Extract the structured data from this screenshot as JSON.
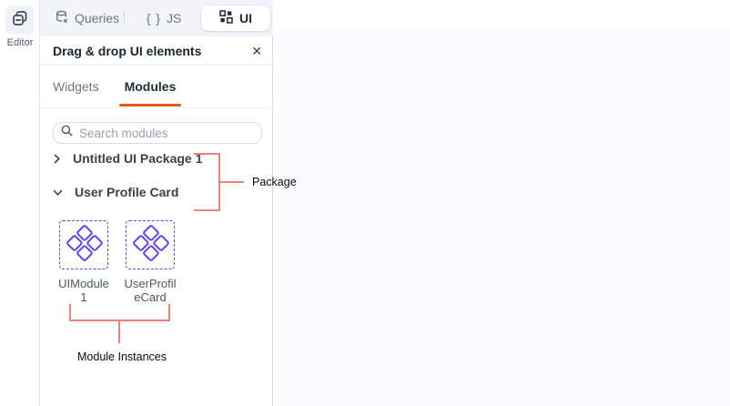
{
  "left_rail": {
    "editor_label": "Editor"
  },
  "top_tabs": {
    "queries_label": "Queries",
    "js_icon_text": "{ }",
    "js_label": "JS",
    "ui_label": "UI"
  },
  "panel": {
    "title": "Drag & drop UI elements",
    "tab_widgets": "Widgets",
    "tab_modules": "Modules",
    "search_placeholder": "Search modules",
    "packages": [
      {
        "name": "Untitled UI Package 1",
        "state": "collapsed"
      },
      {
        "name": "User Profile Card",
        "state": "expanded"
      }
    ],
    "instances": [
      {
        "label": "UIModule\n1"
      },
      {
        "label": "UserProfil\neCard"
      }
    ]
  },
  "annotations": {
    "package": "Package",
    "instances": "Module Instances"
  },
  "icons": {
    "close": "✕"
  },
  "colors": {
    "accent_orange": "#E55A11",
    "module_purple": "#6344EA",
    "annotation_salmon": "#F0827D",
    "canvas_bg": "#F8FAFC"
  }
}
